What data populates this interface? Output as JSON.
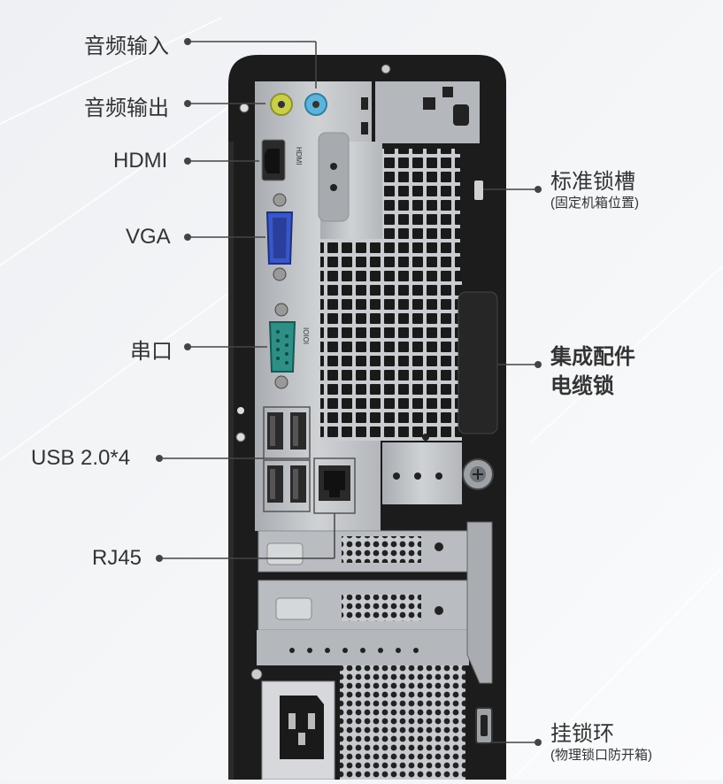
{
  "labels_left": {
    "audio_in": "音频输入",
    "audio_out": "音频输出",
    "hdmi": "HDMI",
    "vga": "VGA",
    "serial": "串口",
    "usb": "USB 2.0*4",
    "rj45": "RJ45"
  },
  "labels_right": {
    "lock_slot": "标准锁槽",
    "lock_slot_note": "(固定机箱位置)",
    "cable_lock_line1": "集成配件",
    "cable_lock_line2": "电缆锁",
    "padlock_loop": "挂锁环",
    "padlock_loop_note": "(物理锁口防开箱)"
  },
  "port_markings": {
    "hdmi": "HDMI",
    "serial": "IOIOI"
  },
  "colors": {
    "background": "#f4f5f7",
    "chassis": "#1c1c1c",
    "panel": "#b9bcc0",
    "vga_port": "#3a57c8",
    "serial_port": "#2e8f86",
    "audio_in_port": "#5db4d8",
    "audio_out_port": "#c9cf4a",
    "label_text": "#333333",
    "leader_line": "#444444"
  }
}
